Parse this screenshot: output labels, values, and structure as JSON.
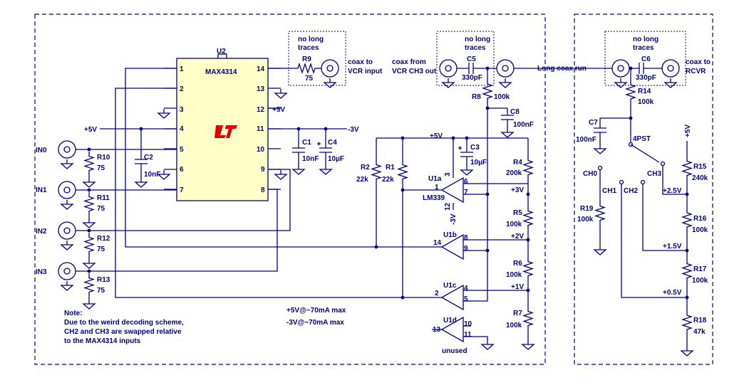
{
  "u2": {
    "ref": "U2",
    "part": "MAX4314",
    "pins": [
      "1",
      "2",
      "3",
      "4",
      "5",
      "6",
      "7",
      "14",
      "13",
      "12",
      "11",
      "10",
      "9",
      "8"
    ],
    "pin12_label": "+5V",
    "pin11_label": "-3V"
  },
  "supply": {
    "in_5v": "+5V",
    "rail_5v": "+5V",
    "vneg": "-3V",
    "vneg_lm": "-3V",
    "plus5_r": "+5V"
  },
  "inputs": [
    "IN0",
    "IN1",
    "IN2",
    "IN3"
  ],
  "resistors": {
    "r10": {
      "ref": "R10",
      "val": "75"
    },
    "r11": {
      "ref": "R11",
      "val": "75"
    },
    "r12": {
      "ref": "R12",
      "val": "75"
    },
    "r13": {
      "ref": "R13",
      "val": "75"
    },
    "r9": {
      "ref": "R9",
      "val": "75"
    },
    "r8": {
      "ref": "R8",
      "val": "100k"
    },
    "r2": {
      "ref": "R2",
      "val": "22k"
    },
    "r1": {
      "ref": "R1",
      "val": "22k"
    },
    "r4": {
      "ref": "R4",
      "val": "200k"
    },
    "r5": {
      "ref": "R5",
      "val": "100k"
    },
    "r6": {
      "ref": "R6",
      "val": "100k"
    },
    "r7": {
      "ref": "R7",
      "val": "100k"
    },
    "r14": {
      "ref": "R14",
      "val": "100k"
    },
    "r15": {
      "ref": "R15",
      "val": "240k"
    },
    "r16": {
      "ref": "R16",
      "val": "100k"
    },
    "r17": {
      "ref": "R17",
      "val": "100k"
    },
    "r18": {
      "ref": "R18",
      "val": "47k"
    },
    "r19": {
      "ref": "R19",
      "val": "100k"
    }
  },
  "caps": {
    "c1": {
      "ref": "C1",
      "val": "10nF"
    },
    "c2": {
      "ref": "C2",
      "val": "10nF"
    },
    "c3": {
      "ref": "C3",
      "val": "10µF"
    },
    "c4": {
      "ref": "C4",
      "val": "10µF"
    },
    "c5": {
      "ref": "C5",
      "val": "330pF"
    },
    "c6": {
      "ref": "C6",
      "val": "330pF"
    },
    "c7": {
      "ref": "C7",
      "val": "100nF"
    },
    "c8": {
      "ref": "C8",
      "val": "100nF"
    }
  },
  "comparators": {
    "u1a": "U1a",
    "u1b": "U1b",
    "u1c": "U1c",
    "u1d": "U1d",
    "part": "LM339",
    "pins": {
      "a_in": "1",
      "a_plus": "6",
      "a_minus": "7",
      "a_v": "3",
      "a_gnd": "12",
      "b_out": "14",
      "b_plus": "8",
      "b_minus": "9",
      "c_out": "2",
      "c_plus": "4",
      "c_minus": "5",
      "d_out": "13",
      "d_plus": "10",
      "d_minus": "11"
    },
    "unused": "unused"
  },
  "thresholds": {
    "t3": "+3V",
    "t2": "+2V",
    "t1": "+1V",
    "t25": "+2.5V",
    "t15": "+1.5V",
    "t05": "+0.5V"
  },
  "switch": {
    "ref": "4PST",
    "ch0": "CH0",
    "ch1": "CH1",
    "ch2": "CH2",
    "ch3": "CH3"
  },
  "notes": {
    "nolong1": "no long",
    "nolong2": "traces",
    "coax_vcr1": "coax to",
    "coax_vcr2": "VCR input",
    "coax_from1": "coax from",
    "coax_from2": "VCR CH3 out",
    "long_coax": "Long coax run",
    "coax_rcvr1": "coax to",
    "coax_rcvr2": "RCVR",
    "power1": "+5V@~70mA max",
    "power2": "-3V@~70mA max",
    "note_title": "Note:",
    "note1": "Due to the weird decoding scheme,",
    "note2": "CH2 and CH3 are swapped relative",
    "note3": "to the MAX4314 inputs"
  }
}
